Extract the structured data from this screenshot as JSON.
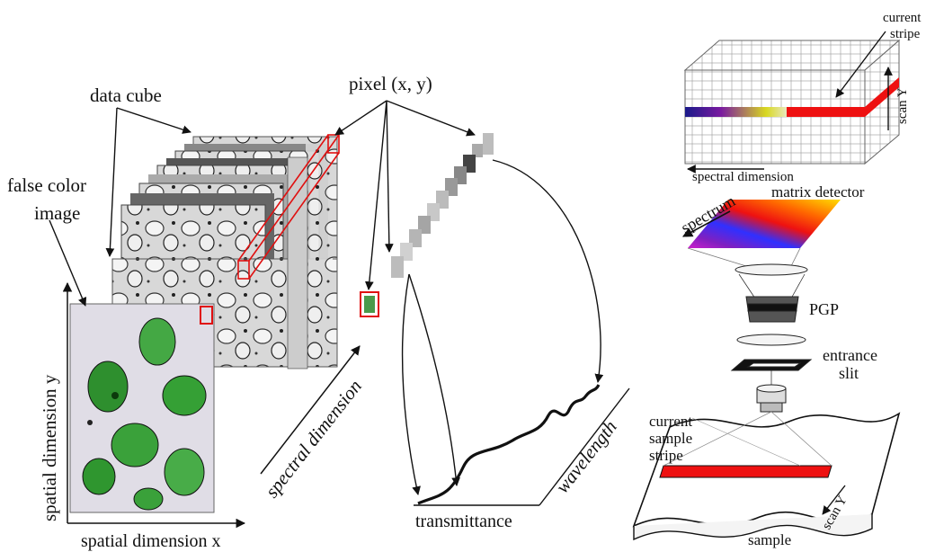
{
  "labels": {
    "data_cube": "data cube",
    "false_color": "false color",
    "image": "image",
    "pixel": "pixel (x, y)",
    "spatial_y": "spatial dimension y",
    "spatial_x": "spatial dimension x",
    "spectral_dimension_left": "spectral dimension",
    "transmittance": "transmittance",
    "wavelength": "wavelength",
    "current": "current",
    "stripe": "stripe",
    "scan_y_top": "scan Y",
    "spectral_dimension_right": "spectral dimension",
    "spectrum": "spectrum",
    "matrix_detector": "matrix detector",
    "pgp": "PGP",
    "entrance": "entrance",
    "slit": "slit",
    "current_sample": "current",
    "sample_word": "sample",
    "stripe2": "stripe",
    "scan_y_bottom": "scan Y",
    "sample": "sample"
  },
  "colors": {
    "highlight_red": "#e01010",
    "tissue_green": "#3a9a3a",
    "ink": "#111111"
  }
}
